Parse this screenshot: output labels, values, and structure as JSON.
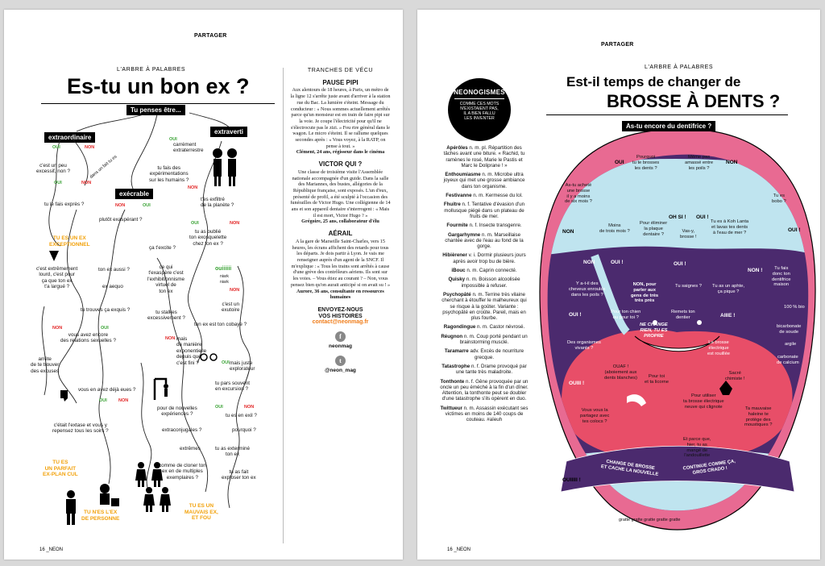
{
  "left_page": {
    "rubric": "PARTAGER",
    "kicker": "L'ARBRE À PALABRES",
    "title": "Es-tu un bon ex ?",
    "start_box": "Tu penses être...",
    "branch_extraordinaire": "extraordinaire",
    "branch_extraverti": "extraverti",
    "branch_execrable": "exécrable",
    "yes": "OUI",
    "no": "NON",
    "yes_long": "ouiiiiii",
    "niark": "niark\nniark",
    "questions": {
      "q_exces": "c'est un peu\nexcessif, non ?",
      "q_fait_expres": "tu le fais exprès ?",
      "q_dans_un_fait": "dans un fait tu es",
      "q_carrement": "carrément\nextraterrestre",
      "q_experimentations": "tu fais des\nexpérimentations\nsur les humains ?",
      "q_exfiltre": "t'es exfiltré\nde la planète ?",
      "q_plutot": "plutôt exaspérant ?",
      "q_exosquelette": "tu as oublié\nton exosquelette\nchez ton ex ?",
      "q_excite": "ça t'excite ?",
      "q_extremement": "c'est extrêmement\nlourd, c'est pour\nça que ton ex\nt'a largué ?",
      "q_ton_ex_aussi": "ton ex aussi ?",
      "q_ex_aequo": "ex aequo",
      "q_exhibitionnisme": "ce qui\nt'exaspère c'est\nl'exhibitionnisme\nvirtuel de\nton ex",
      "q_exquis": "tu trouves ça exquis ?",
      "q_exutoire": "c'est un\nexutoire",
      "q_stalkes": "tu stalkes\nexcessivement ?",
      "q_cobaye": "ton ex est ton cobaye ?",
      "q_relations": "vous avez encore\ndes relations sexuelles ?",
      "q_exponentielle": "mais\nde manière\nexponentielle\ndepuis que\nc'est fini ?",
      "q_explorateur": "mais juste\nexplorateur",
      "q_excuses": "arrête\nde te trouver\ndes excuses",
      "q_excursion": "tu pars souvent\nen excursion ?",
      "q_deja_eues": "vous en avez déjà eues ?",
      "q_experiences": "pour de nouvelles\nexpériences ?",
      "q_exil": "tu es en exil ?",
      "q_extase": "c'était l'extase et vous y\nrepensez tous les soirs ?",
      "q_extraconjugales": "extraconjugales ?",
      "q_pourquoi": "pourquoi ?",
      "q_extremes": "extrêmes",
      "q_extermine": "tu as exterminé\nton ex",
      "q_cloner": "comme de cloner ton\nex en de multiples\nexemplaires ?",
      "q_exploser": "tu as fait\nexploser ton ex"
    },
    "results": {
      "r_exceptionnel": "TU ES UN EX\nEXCEPTIONNEL",
      "r_plan_cul": "TU ES\nUN PARFAIT\nEX-PLAN CUL",
      "r_ex_personne": "TU N'ES L'EX\nDE PERSONNE",
      "r_mauvais": "TU ES UN\nMAUVAIS EX,\nET FOU"
    },
    "folio": "16 _NEON"
  },
  "column": {
    "header": "TRANCHES DE VÉCU",
    "s1_title": "PAUSE PIPI",
    "s1_body": "Aux alentours de 18 heures, à Paris, un métro de la ligne 12 s'arrête juste avant d'arriver à la station rue du Bac. La lumière s'éteint. Message du conducteur : « Nous sommes actuellement arrêtés parce qu'un monsieur est en train de faire pipi sur la voie. Je coupe l'électricité pour qu'il ne s'électrocute pas le zizi. » Fou rire général dans le wagon. Le micro s'éteint. Il se rallume quelques secondes après : « Vous voyez, à la RATP, on pense à tout. »",
    "s1_sig": "Clément, 24 ans, régisseur dans le cinéma",
    "s2_title": "VICTOR QUI ?",
    "s2_body": "Une classe de troisième visite l'Assemblée nationale accompagnée d'un guide. Dans la salle des Mariannes, des bustes, allégories de la République française, sont exposés. L'un d'eux, présenté de profil, a été sculpté à l'occasion des funérailles de Victor Hugo. Une collégienne de 14 ans et son appareil dentaire s'interrogent : « Mais il est mort, Victor Hugo ? »",
    "s2_sig": "Grégoire, 25 ans, collaborateur d'élu",
    "s3_title": "AÉRAIL",
    "s3_body": "A la gare de Marseille Saint-Charles, vers 15 heures, les écrans affichent des retards pour tous les départs. Je dois partir à Lyon. Je vais me renseigner auprès d'un agent de la SNCF. Il m'explique : « Tous les trains sont arrêtés à cause d'une grève des contrôleurs aériens. Ils sont sur les voies. – Vous étiez au courant ? – Non, vous pensez bien qu'on aurait anticipé si on avait su ! »",
    "s3_sig": "Aurore, 36 ans, consultante en ressources humaines",
    "contact_title": "ENVOYEZ-NOUS\nVOS HISTOIRES",
    "contact_email": "contact@neonmag.fr",
    "facebook_handle": "neonmag",
    "twitter_handle": "@neon_mag"
  },
  "right_page": {
    "rubric": "PARTAGER",
    "kicker": "L'ARBRE À PALABRES",
    "title_line1": "Est-il temps de changer de",
    "title_line2": "BROSSE À DENTS ?",
    "start_box": "As-tu encore du dentifrice ?",
    "neo_title": "NEONOGISMES",
    "neo_sub": "COMME CES MOTS\nN'EXISTAIENT PAS,\nIL A BIEN FALLU\nLES INVENTER",
    "glossary": [
      {
        "word": "Apérôles",
        "def": "n. m. pl. Répartition des tâches avant une biture. « Rachid, tu ramènes le rosé, Marie le Pastis et Marc le Doliprane ! »"
      },
      {
        "word": "Enthoumiasme",
        "def": "n. m. Microbe ultra joyeux qui met une grosse ambiance dans ton organisme."
      },
      {
        "word": "Festivanne",
        "def": "n. m. Kermesse du lol."
      },
      {
        "word": "Fhuitre",
        "def": "n. f. Tentative d'évasion d'un mollusque piégé dans un plateau de fruits de mer."
      },
      {
        "word": "Fourmite",
        "def": "n. f. Insecte transgenre."
      },
      {
        "word": "Gargarhymne",
        "def": "n. m. Marseillaise chantée avec de l'eau au fond de la gorge."
      },
      {
        "word": "Hibièrener",
        "def": "v. i. Dormir plusieurs jours après avoir trop bu de bière."
      },
      {
        "word": "iBouc",
        "def": "n. m. Caprin connecté."
      },
      {
        "word": "Quisky",
        "def": "n. m. Boisson alcoolisée impossible à refuser."
      },
      {
        "word": "Psychopâté",
        "def": "n. m. Terrine très vilaine cherchant à étouffer le malheureux qui se risque à la goûter. Variante : psychopâté en croûte. Pareil, mais en plus fourbe."
      },
      {
        "word": "Ragondingue",
        "def": "n. m. Castor névrosé."
      },
      {
        "word": "Réugnon",
        "def": "n. m. Coup porté pendant un brainstorming musclé."
      },
      {
        "word": "Taramarre",
        "def": "adv. Excès de nourriture grecque."
      },
      {
        "word": "Tatastrophe",
        "def": "n. f. Drame provoqué par une tante très maladroite."
      },
      {
        "word": "Tonthonte",
        "def": "n. f. Gêne provoquée par un oncle un peu éméché à la fin d'un dîner. Attention, la tonthonte peut se doubler d'une tatastrophe s'ils opèrent en duo."
      },
      {
        "word": "Twittueur",
        "def": "n. m. Assassin exécutant ses victimes en moins de 140 coups de couteau. #aïeuh"
      }
    ],
    "mouth": {
      "oui": "OUI",
      "non": "NON",
      "oui_ex": "OUI !",
      "non_ex": "NON !",
      "oh_si": "OH SI !",
      "aiiie": "AIIIE !",
      "ouiii": "OUIII !",
      "ouiiii": "OUIIIII !",
      "m_pourquoi": "Pourquoi\ntu te brosses\nles dents ?",
      "m_meme_pas": "Même pas\namassé entre\nles poils ?",
      "m_achete": "As-tu acheté\nune brosse\nil y a moins\nde six mois ?",
      "m_bobo": "Tu es\nbobo ?",
      "m_moins_trois": "Moins\nde trois mois ?",
      "m_eliminer": "Pour éliminer\nla plaque\ndentaire ?",
      "m_vasy": "Vas-y,\nbrosse !",
      "m_koh_lanta": "Tu es à Koh Lanta\net lavas tes dents\nà l'eau de mer ?",
      "m_dentifrice_maison": "Tu fais\ndonc ton\ndentifrice\nmaison",
      "m_bio": "100 % bio",
      "m_bicarbonate": "bicarbonate\nde soude",
      "m_argile": "argile",
      "m_carbonate": "carbonate\nde calcium",
      "m_cheveux": "Y a-t-il des\ncheveux enroulés\ndans les poils ?",
      "m_parler": "NON, pour\nparler aux\ngens de très\ntrès près",
      "m_saignes": "Tu saignes ?",
      "m_aphte": "Tu as un aphte,\nça pique ?",
      "m_chien": "Pour ton chien\nou pour toi ?",
      "m_remets": "Remets ton\ndentier",
      "m_ne_change": "NE CHANGE\nRIEN, TU ES\nPROPRE",
      "m_organismes": "Des organismes\nvivants ?",
      "m_ouaf": "OUAF !\n(aboiement aux\ndents blanches)",
      "m_brosse_electrique": "La brosse\nélectrique\nest rouillée",
      "m_sacre": "Sacré\nchimiste !",
      "m_licorne": "Pour toi\net ta licorne",
      "m_pour_utiliser": "Pour utiliser\nta brosse électrique\nneuve qui clignote",
      "m_partagez": "Vous vous la\npartagez avec\ntes colocs ?",
      "m_haleine": "Ta mauvaise\nhaleine te\nprotège des\nmoustiques ?",
      "m_andouillette": "Et parce que,\nhier, tu as\nmangé de\nl'andouillette",
      "m_change": "CHANGE DE BROSSE\nET CACHE LA NOUVELLE",
      "m_continue": "CONTINUE COMME ÇA,\nGROS CRADO !",
      "m_gratte": "gratte gratte gratte gratte gratte"
    },
    "folio": "16 _NEON"
  },
  "colors": {
    "orange": "#f2a10a",
    "green": "#3aa335",
    "red": "#e22525",
    "lip": "#e86a92",
    "mouth": "#4b2a6e",
    "tongue": "#e84e68",
    "tooth_band": "#bfe4ef"
  }
}
